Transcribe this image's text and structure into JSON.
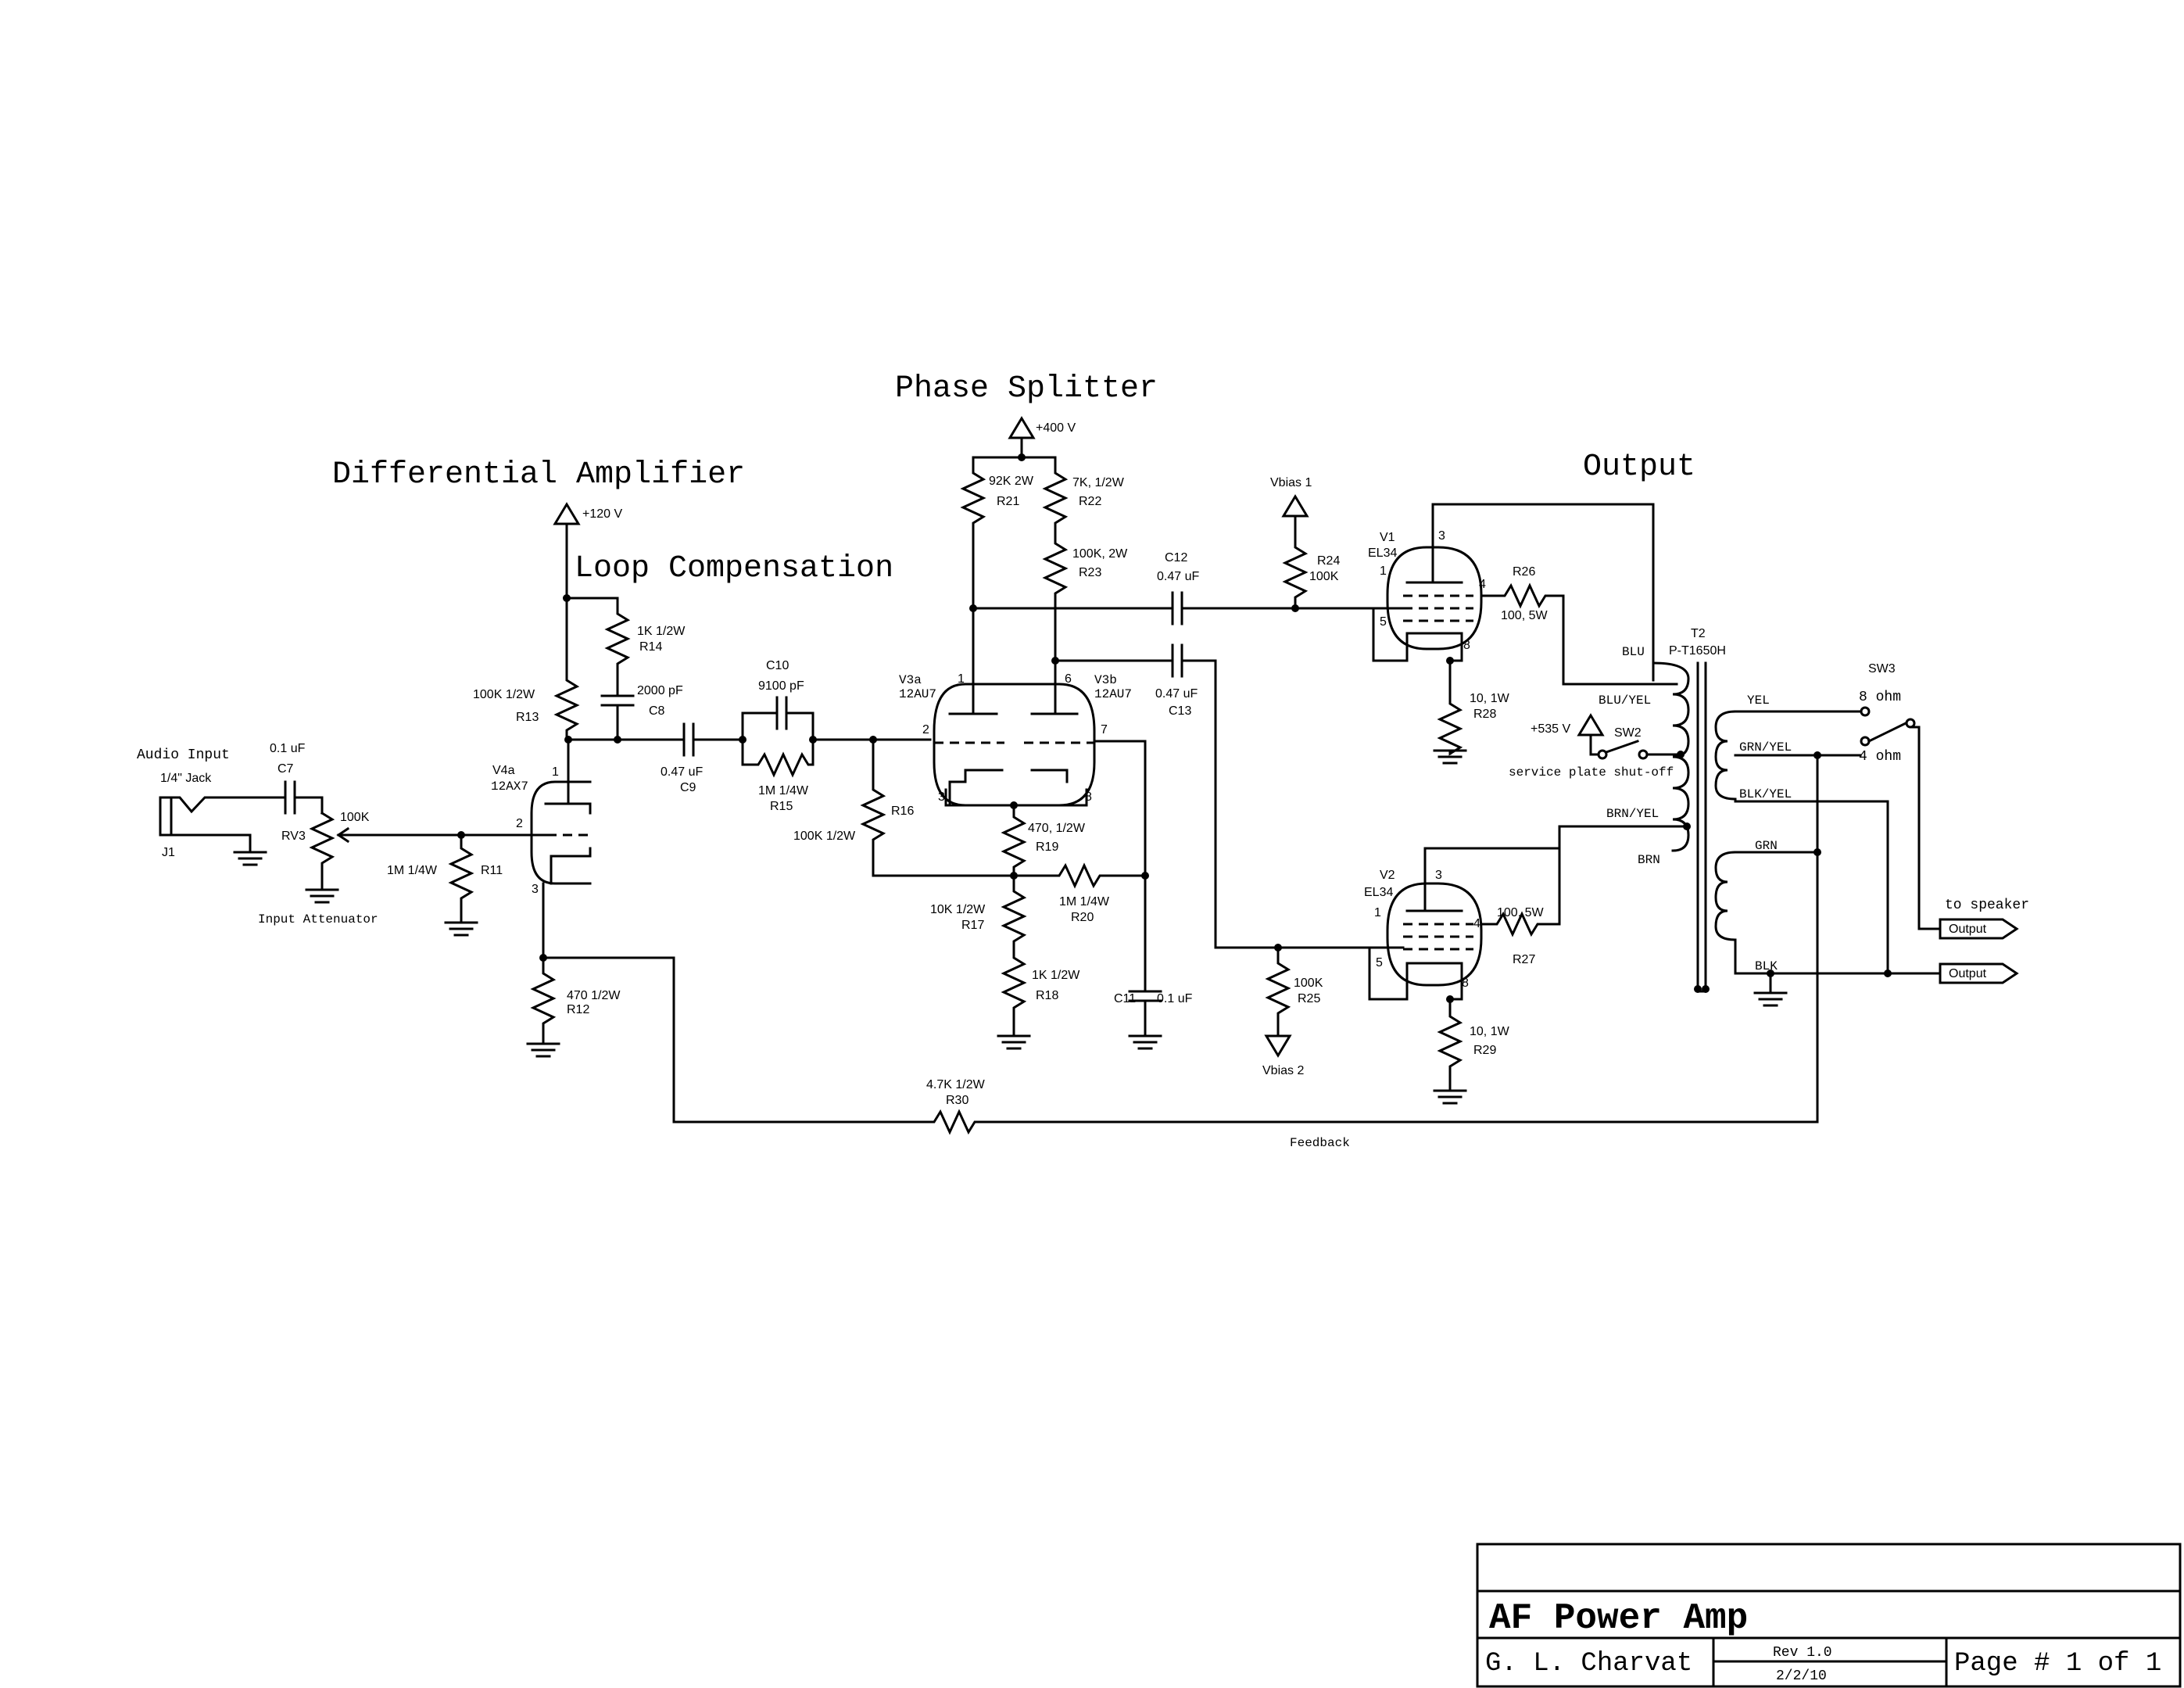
{
  "sections": {
    "differential_amplifier": "Differential Amplifier",
    "loop_compensation": "Loop Compensation",
    "phase_splitter": "Phase Splitter",
    "output": "Output"
  },
  "input": {
    "audio_input": "Audio Input",
    "jack": "1/4\" Jack",
    "j1": "J1",
    "attenuator": "Input Attenuator"
  },
  "supplies": {
    "v120": "+120 V",
    "v400": "+400 V",
    "v535": "+535 V",
    "vbias1": "Vbias 1",
    "vbias2": "Vbias 2"
  },
  "tubes": {
    "v4a": "V4a",
    "v4a_type": "12AX7",
    "v3a": "V3a",
    "v3a_type": "12AU7",
    "v3b": "V3b",
    "v3b_type": "12AU7",
    "v1": "V1",
    "v1_type": "EL34",
    "v2": "V2",
    "v2_type": "EL34"
  },
  "pins": {
    "v4_1": "1",
    "v4_2": "2",
    "v4_3": "3",
    "v3_1": "1",
    "v3_2": "2",
    "v3_3": "3",
    "v3_6": "6",
    "v3_7": "7",
    "v3_8": "8",
    "v1_1": "1",
    "v1_3": "3",
    "v1_4": "4",
    "v1_5": "5",
    "v1_8": "8",
    "v2_1": "1",
    "v2_3": "3",
    "v2_4": "4",
    "v2_5": "5",
    "v2_8": "8"
  },
  "components": {
    "c7_val": "0.1 uF",
    "c7": "C7",
    "rv3_val": "100K",
    "rv3": "RV3",
    "r11_val": "1M 1/4W",
    "r11": "R11",
    "r13_val": "100K 1/2W",
    "r13": "R13",
    "r14_val": "1K 1/2W",
    "r14": "R14",
    "c8_val": "2000 pF",
    "c8": "C8",
    "c9_val": "0.47 uF",
    "c9": "C9",
    "c10": "C10",
    "c10_val": "9100 pF",
    "r15_val": "1M 1/4W",
    "r15": "R15",
    "r16": "R16",
    "r16_val": "100K 1/2W",
    "r12_val": "470 1/2W",
    "r12": "R12",
    "r21_val": "92K 2W",
    "r21": "R21",
    "r22_val": "7K, 1/2W",
    "r22": "R22",
    "r23_val": "100K, 2W",
    "r23": "R23",
    "r19_val": "470, 1/2W",
    "r19": "R19",
    "r20_val": "1M 1/4W",
    "r20": "R20",
    "r17_val": "10K 1/2W",
    "r17": "R17",
    "r18_val": "1K 1/2W",
    "r18": "R18",
    "c11": "C11",
    "c11_val": "0.1 uF",
    "c12": "C12",
    "c12_val": "0.47 uF",
    "c13_val": "0.47 uF",
    "c13": "C13",
    "r24": "R24",
    "r24_val": "100K",
    "r25_val": "100K",
    "r25": "R25",
    "r26": "R26",
    "r26_val": "100, 5W",
    "r27_val": "100, 5W",
    "r27": "R27",
    "r28_val": "10, 1W",
    "r28": "R28",
    "r29_val": "10, 1W",
    "r29": "R29",
    "r30_val": "4.7K 1/2W",
    "r30": "R30",
    "sw2": "SW2",
    "sw2_note": "service plate shut-off",
    "sw3": "SW3",
    "t2": "T2",
    "t2_type": "P-T1650H"
  },
  "transformer_leads": {
    "blu": "BLU",
    "blu_yel": "BLU/YEL",
    "brn_yel": "BRN/YEL",
    "brn": "BRN",
    "yel": "YEL",
    "grn_yel": "GRN/YEL",
    "blk_yel": "BLK/YEL",
    "grn": "GRN",
    "blk": "BLK"
  },
  "speaker": {
    "ohm8": "8 ohm",
    "ohm4": "4 ohm",
    "to_speaker": "to speaker",
    "out1": "Output",
    "out2": "Output"
  },
  "feedback": "Feedback",
  "title_block": {
    "title": "AF Power Amp",
    "author": "G. L. Charvat",
    "rev": "Rev 1.0",
    "date": "2/2/10",
    "page": "Page # 1 of 1"
  }
}
